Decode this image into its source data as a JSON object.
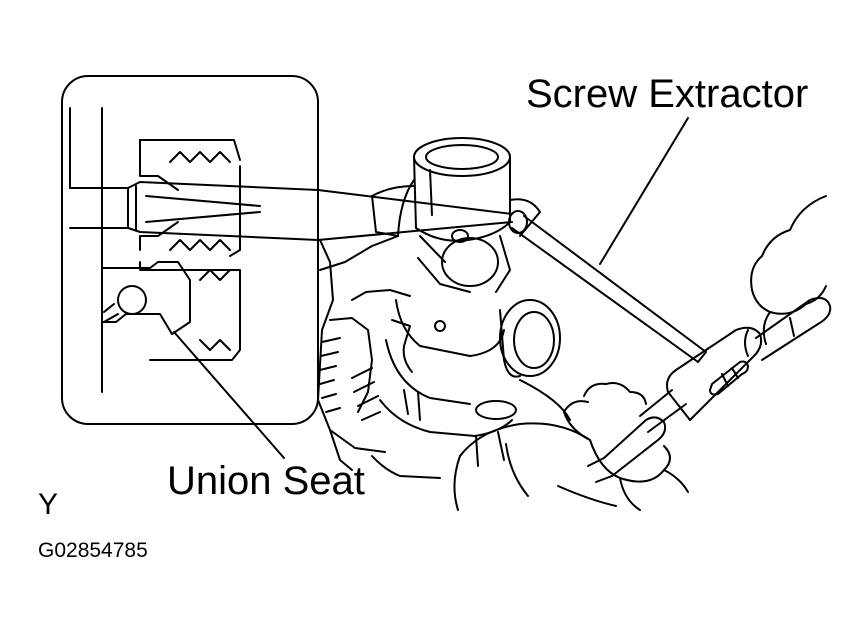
{
  "labels": {
    "screw_extractor": "Screw Extractor",
    "union_seat": "Union Seat",
    "view_letter": "Y",
    "figure_code": "G02854785"
  },
  "colors": {
    "line": "#000000",
    "background": "#ffffff"
  }
}
